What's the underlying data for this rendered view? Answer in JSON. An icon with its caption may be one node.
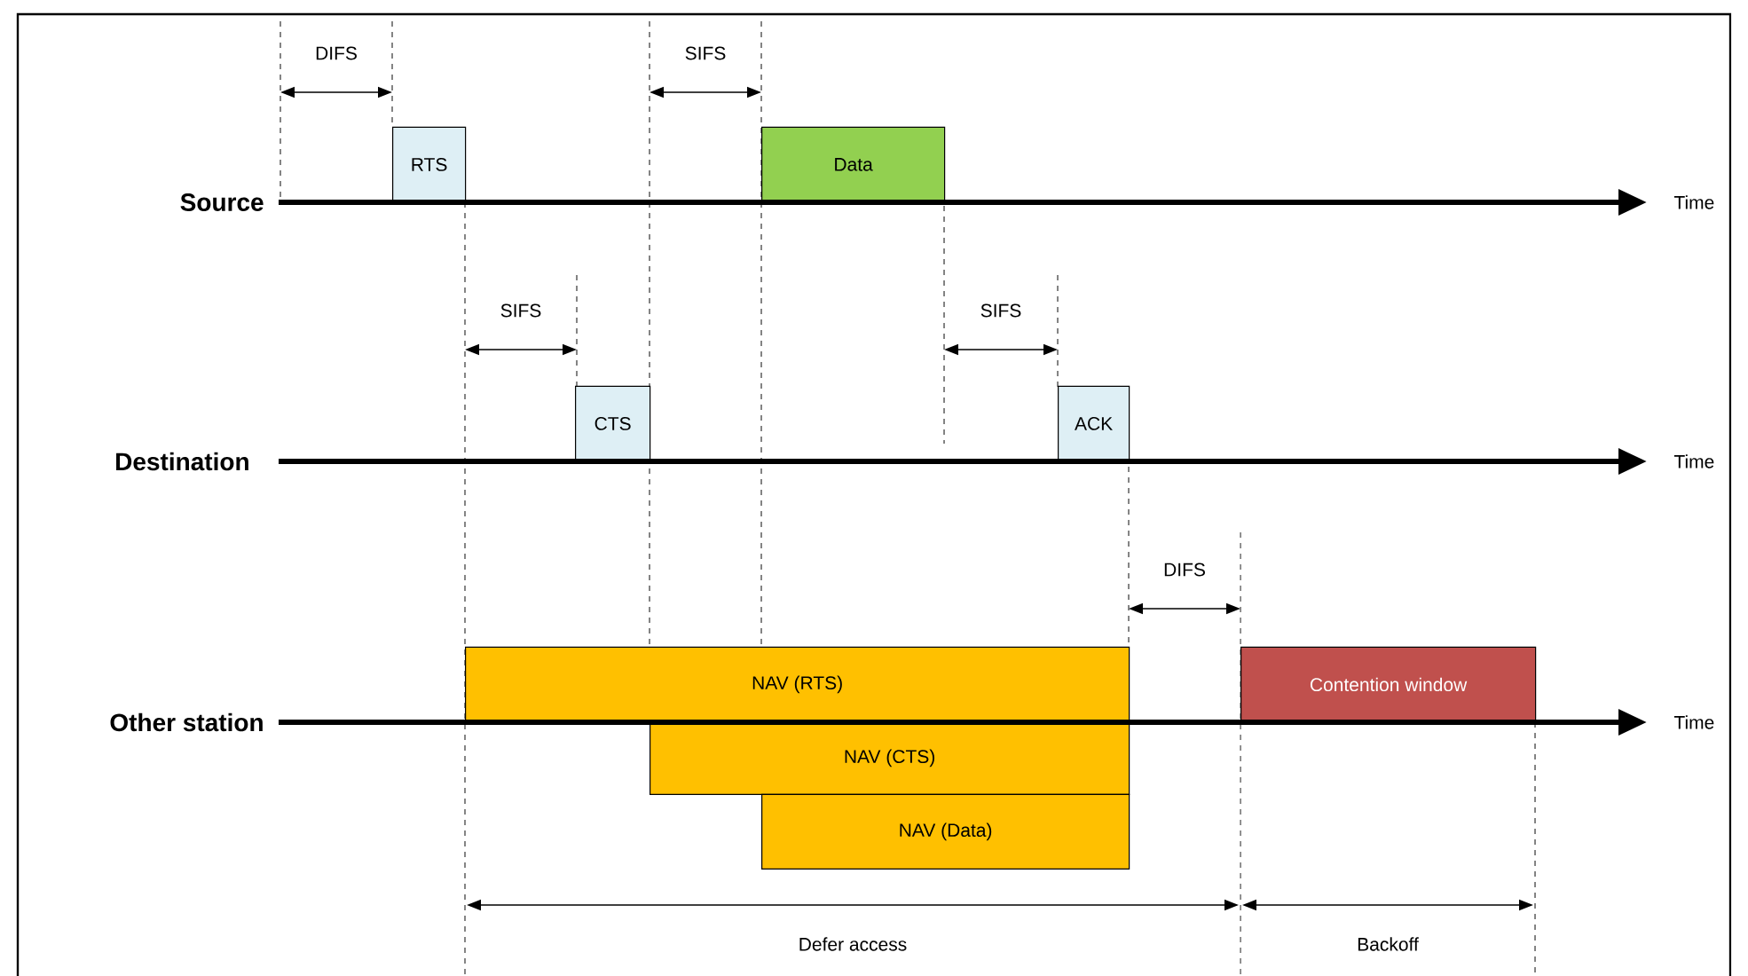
{
  "diagram": {
    "nodes": [
      {
        "text": [
          "RTS"
        ]
      },
      {
        "text": [
          "Data"
        ]
      },
      {
        "text": [
          "CTS"
        ]
      },
      {
        "text": [
          "ACK"
        ]
      },
      {
        "text": [
          "NAV (RTS)"
        ]
      },
      {
        "text": [
          "NAV (CTS)"
        ]
      },
      {
        "text": [
          "NAV (Data)"
        ]
      },
      {
        "text": [
          "Contention window"
        ]
      }
    ],
    "labels": [
      "DIFS",
      "SIFS",
      "Source",
      "Time",
      "SIFS",
      "SIFS",
      "Destination",
      "Time",
      "DIFS",
      "Other station",
      "Time",
      "Defer access",
      "Backoff"
    ]
  }
}
